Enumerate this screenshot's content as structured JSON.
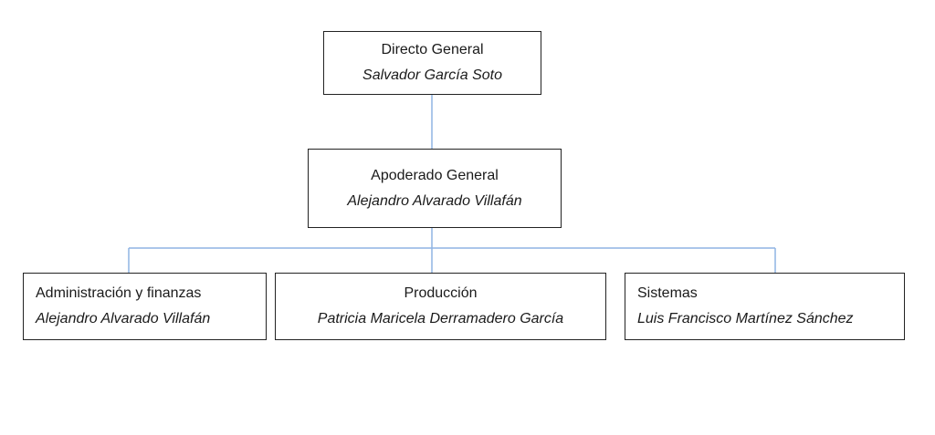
{
  "org_chart": {
    "director": {
      "role": "Directo General",
      "person": "Salvador García Soto"
    },
    "apoderado": {
      "role": "Apoderado General",
      "person": "Alejandro Alvarado Villafán"
    },
    "departments": [
      {
        "role": "Administración y finanzas",
        "person": "Alejandro Alvarado Villafán"
      },
      {
        "role": "Producción",
        "person": "Patricia Maricela Derramadero García"
      },
      {
        "role": "Sistemas",
        "person": "Luis Francisco Martínez Sánchez"
      }
    ]
  },
  "colors": {
    "connector": "#8fb4e3",
    "box_border": "#222222"
  }
}
